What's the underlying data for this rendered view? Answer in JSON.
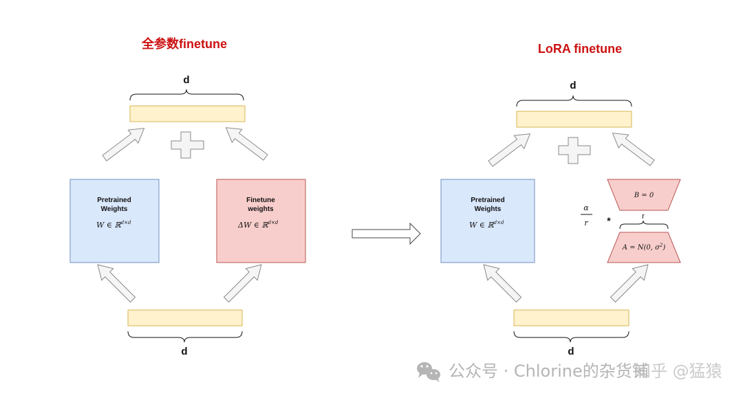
{
  "colors": {
    "title_red": "#cc1111",
    "pretrained_fill": "#dae8fc",
    "pretrained_stroke": "#6c8ebf",
    "finetune_fill": "#f8cecc",
    "finetune_stroke": "#b85450",
    "vector_fill": "#fff2cc",
    "vector_stroke": "#d6b656",
    "arrow_fill": "#f5f5f5",
    "arrow_stroke": "#888888"
  },
  "left": {
    "title": "全参数finetune",
    "top_dim": "d",
    "bottom_dim": "d",
    "pretrained": {
      "label_line1": "Pretrained",
      "label_line2": "Weights",
      "formula": "W ∈ ℝ",
      "formula_sup": "d×d"
    },
    "finetune": {
      "label_line1": "Finetune",
      "label_line2": "weights",
      "formula": "ΔW ∈ ℝ",
      "formula_sup": "d×d"
    }
  },
  "right": {
    "title": "LoRA finetune",
    "top_dim": "d",
    "bottom_dim": "d",
    "pretrained": {
      "label_line1": "Pretrained",
      "label_line2": "Weights",
      "formula": "W ∈ ℝ",
      "formula_sup": "d×d"
    },
    "b_matrix": "B = 0",
    "a_matrix_base": "A = N(0, σ",
    "a_matrix_sup": "2",
    "a_matrix_end": ")",
    "rank_label": "r",
    "scale_numerator": "α",
    "scale_denominator": "r",
    "multiply": "*"
  },
  "icons": {
    "plus": "plus-icon",
    "arrow": "hollow-arrow-icon",
    "transform": "right-arrow-icon",
    "wechat": "wechat-logo-icon"
  },
  "watermark": "公众号 · Chlorine的杂货铺",
  "watermark_overlay": "知乎 @猛猿"
}
